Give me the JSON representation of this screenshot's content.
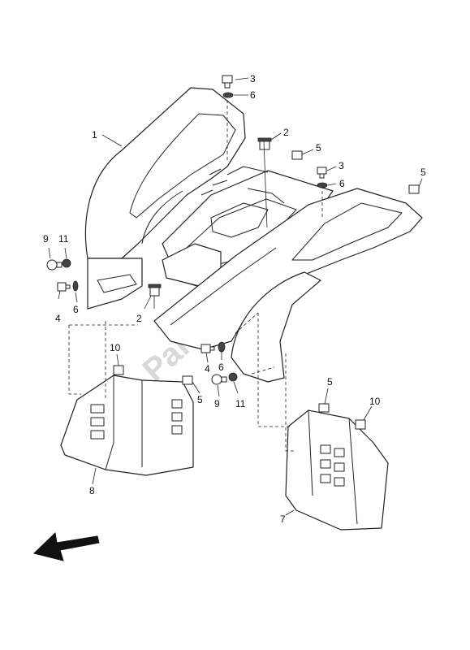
{
  "callouts": {
    "c1": "1",
    "c2a": "2",
    "c2b": "2",
    "c3a": "3",
    "c3b": "3",
    "c4a": "4",
    "c4b": "4",
    "c5a": "5",
    "c5b": "5",
    "c5c": "5",
    "c5d": "5",
    "c6a": "6",
    "c6b": "6",
    "c6c": "6",
    "c6d": "6",
    "c7": "7",
    "c8": "8",
    "c9a": "9",
    "c9b": "9",
    "c10a": "10",
    "c10b": "10",
    "c11a": "11",
    "c11b": "11"
  },
  "watermark": "PartsRepublik",
  "icons": {
    "direction": "front-direction-arrow-icon",
    "gear": "gear-icon"
  }
}
